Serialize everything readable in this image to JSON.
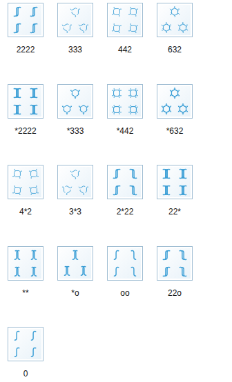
{
  "diagram": {
    "nodes": [
      {
        "text": [
          "2222"
        ]
      },
      {
        "text": [
          "333"
        ]
      },
      {
        "text": [
          "442"
        ]
      },
      {
        "text": [
          "632"
        ]
      },
      {
        "text": [
          "*2222"
        ]
      },
      {
        "text": [
          "*333"
        ]
      },
      {
        "text": [
          "*442"
        ]
      },
      {
        "text": [
          "*632"
        ]
      },
      {
        "text": [
          "4*2"
        ]
      },
      {
        "text": [
          "3*3"
        ]
      },
      {
        "text": [
          "2*22"
        ]
      },
      {
        "text": [
          "22*"
        ]
      },
      {
        "text": [
          "**"
        ]
      },
      {
        "text": [
          "*o"
        ]
      },
      {
        "text": [
          "oo"
        ]
      },
      {
        "text": [
          "22o"
        ]
      },
      {
        "text": [
          "0"
        ]
      }
    ]
  }
}
